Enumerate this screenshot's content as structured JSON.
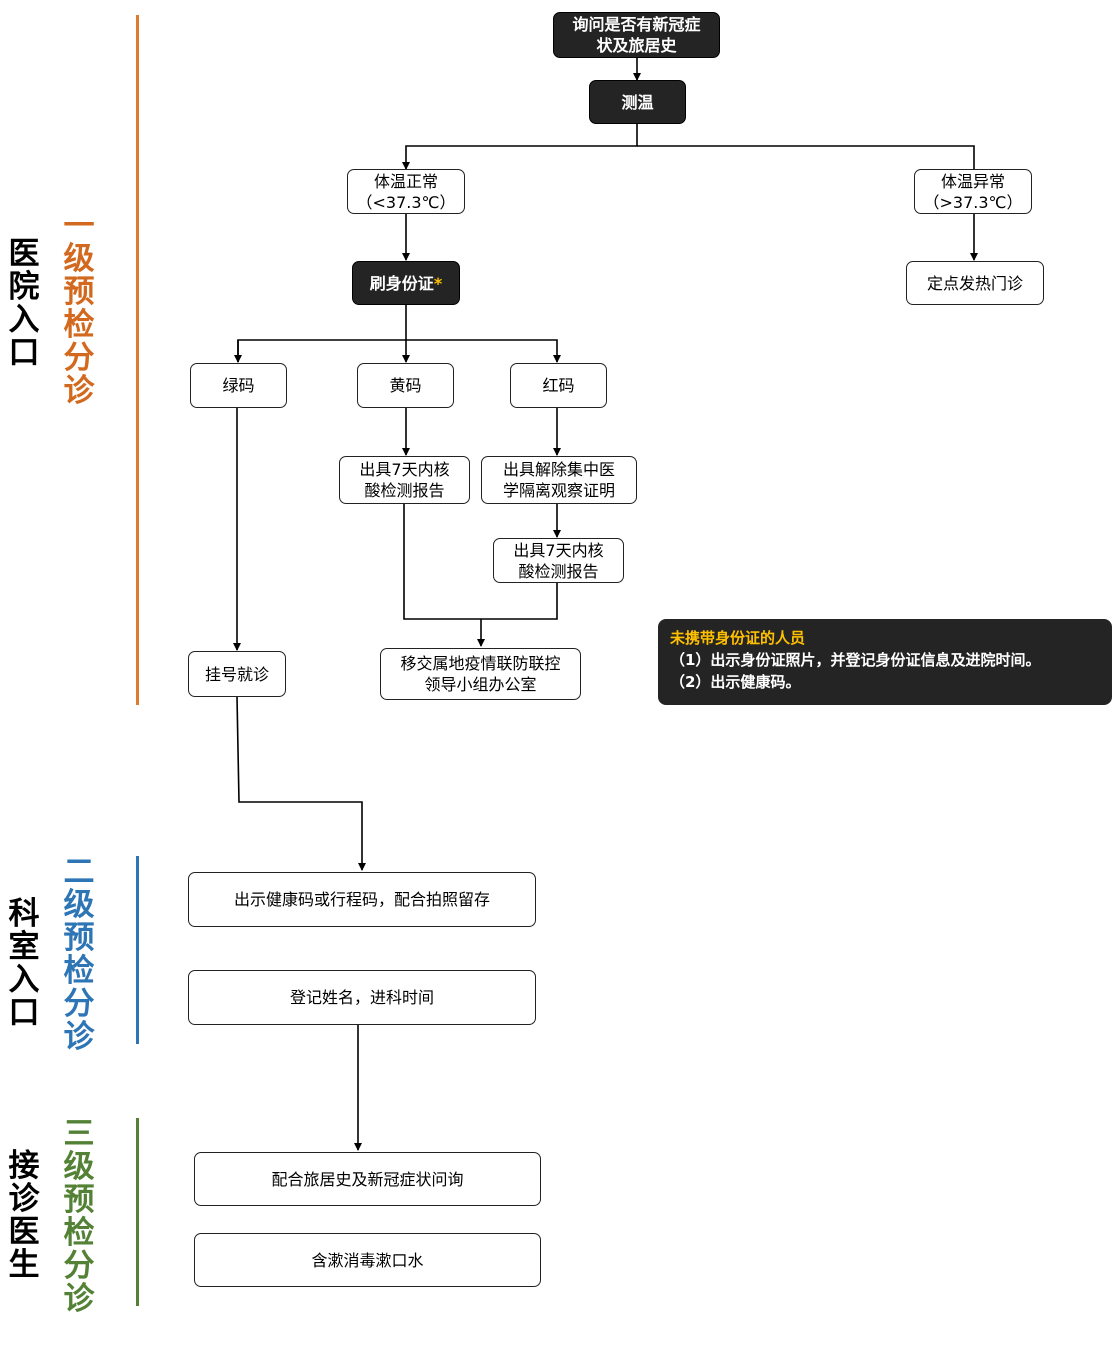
{
  "stages": [
    {
      "location": "医\n院\n入\n口",
      "level": "一\n级\n预\n检\n分\n诊",
      "color": "#d2691e"
    },
    {
      "location": "科\n室\n入\n口",
      "level": "二\n级\n预\n检\n分\n诊",
      "color": "#2e75b6"
    },
    {
      "location": "接\n诊\n医\n生",
      "level": "三\n级\n预\n检\n分\n诊",
      "color": "#538135"
    }
  ],
  "nodes": {
    "ask_history": "询问是否有新冠症\n状及旅居史",
    "temperature": "测温",
    "temp_normal": "体温正常\n（<37.3℃）",
    "temp_abnormal": "体温异常\n（>37.3℃）",
    "fever_clinic": "定点发热门诊",
    "swipe_id": "刷身份证",
    "swipe_id_mark": "*",
    "green_code": "绿码",
    "yellow_code": "黄码",
    "red_code": "红码",
    "yellow_report": "出具7天内核\n酸检测报告",
    "red_release": "出具解除集中医\n学隔离观察证明",
    "red_report": "出具7天内核\n酸检测报告",
    "register": "挂号就诊",
    "transfer": "移交属地疫情联防联控\n领导小组办公室",
    "show_code": "出示健康码或行程码，配合拍照留存",
    "register_name": "登记姓名，进科时间",
    "cooperate": "配合旅居史及新冠症状问询",
    "mouthwash": "含漱消毒漱口水"
  },
  "note": {
    "title": "未携带身份证的人员",
    "line1": "（1）出示身份证照片，并登记身份证信息及进院时间。",
    "line2": "（2）出示健康码。"
  }
}
